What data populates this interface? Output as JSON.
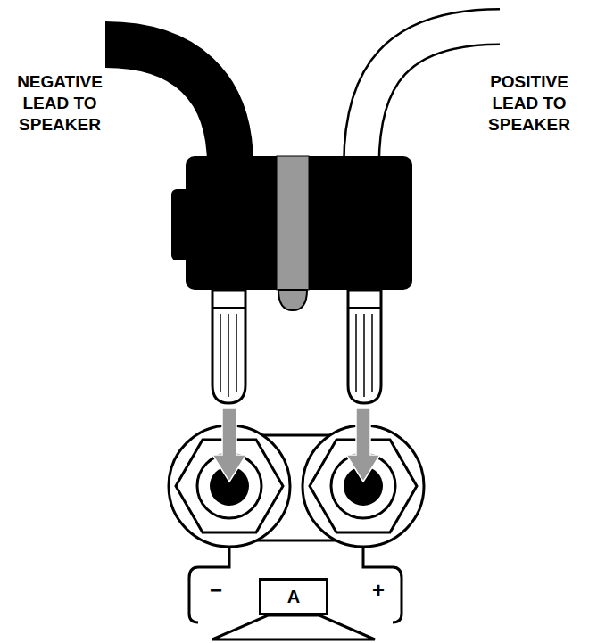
{
  "diagram": {
    "nodes": [
      {
        "text": [
          "A"
        ]
      }
    ],
    "labels": [
      "NEGATIVE LEAD TO SPEAKER",
      "POSITIVE LEAD TO SPEAKER",
      "−",
      "+"
    ]
  }
}
